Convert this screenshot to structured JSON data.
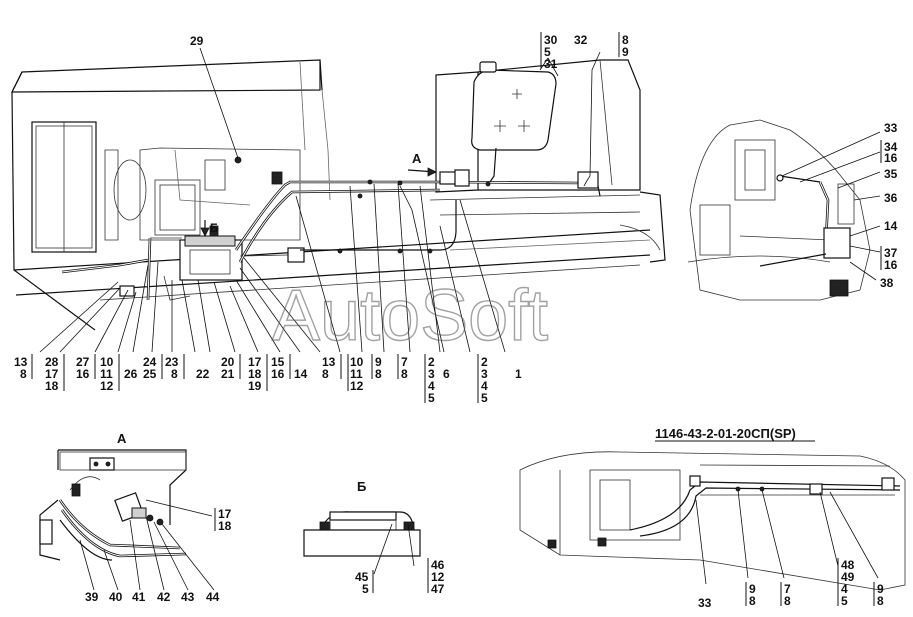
{
  "document": {
    "title": "1146-43-2-01-20СП(SP)"
  },
  "watermark": "AutoSoft",
  "views": {
    "a_label": "А",
    "b_label": "Б",
    "main_arrow_a": "А",
    "main_arrow_b": "Б"
  },
  "callouts_main_top": [
    {
      "id": "c29",
      "label": "29"
    },
    {
      "id": "c30",
      "label": "30"
    },
    {
      "id": "c5a",
      "label": "5"
    },
    {
      "id": "c31",
      "label": "31"
    },
    {
      "id": "c32",
      "label": "32"
    },
    {
      "id": "c8t",
      "label": "8"
    },
    {
      "id": "c9t",
      "label": "9"
    }
  ],
  "callouts_main_bottom": [
    {
      "id": "b13a",
      "label": "13"
    },
    {
      "id": "b8a",
      "label": "8"
    },
    {
      "id": "b28",
      "label": "28"
    },
    {
      "id": "b17a",
      "label": "17"
    },
    {
      "id": "b18a",
      "label": "18"
    },
    {
      "id": "b27",
      "label": "27"
    },
    {
      "id": "b16a",
      "label": "16"
    },
    {
      "id": "b10a",
      "label": "10"
    },
    {
      "id": "b11a",
      "label": "11"
    },
    {
      "id": "b12a",
      "label": "12"
    },
    {
      "id": "b26",
      "label": "26"
    },
    {
      "id": "b24",
      "label": "24"
    },
    {
      "id": "b25",
      "label": "25"
    },
    {
      "id": "b23",
      "label": "23"
    },
    {
      "id": "b8b",
      "label": "8"
    },
    {
      "id": "b22",
      "label": "22"
    },
    {
      "id": "b20",
      "label": "20"
    },
    {
      "id": "b21",
      "label": "21"
    },
    {
      "id": "b17b",
      "label": "17"
    },
    {
      "id": "b18b",
      "label": "18"
    },
    {
      "id": "b19",
      "label": "19"
    },
    {
      "id": "b15",
      "label": "15"
    },
    {
      "id": "b16b",
      "label": "16"
    },
    {
      "id": "b14",
      "label": "14"
    },
    {
      "id": "b13b",
      "label": "13"
    },
    {
      "id": "b8c",
      "label": "8"
    },
    {
      "id": "b10b",
      "label": "10"
    },
    {
      "id": "b11b",
      "label": "11"
    },
    {
      "id": "b12b",
      "label": "12"
    },
    {
      "id": "b9",
      "label": "9"
    },
    {
      "id": "b8d",
      "label": "8"
    },
    {
      "id": "b7",
      "label": "7"
    },
    {
      "id": "b8e",
      "label": "8"
    },
    {
      "id": "b2a",
      "label": "2"
    },
    {
      "id": "b3a",
      "label": "3"
    },
    {
      "id": "b4a",
      "label": "4"
    },
    {
      "id": "b5a",
      "label": "5"
    },
    {
      "id": "b6",
      "label": "6"
    },
    {
      "id": "b2b",
      "label": "2"
    },
    {
      "id": "b3b",
      "label": "3"
    },
    {
      "id": "b4b",
      "label": "4"
    },
    {
      "id": "b5b",
      "label": "5"
    },
    {
      "id": "b1",
      "label": "1"
    }
  ],
  "callouts_right": [
    {
      "id": "r33",
      "label": "33"
    },
    {
      "id": "r34",
      "label": "34"
    },
    {
      "id": "r16a",
      "label": "16"
    },
    {
      "id": "r35",
      "label": "35"
    },
    {
      "id": "r36",
      "label": "36"
    },
    {
      "id": "r14",
      "label": "14"
    },
    {
      "id": "r37",
      "label": "37"
    },
    {
      "id": "r16b",
      "label": "16"
    },
    {
      "id": "r38",
      "label": "38"
    }
  ],
  "callouts_a": [
    {
      "id": "a17",
      "label": "17"
    },
    {
      "id": "a18",
      "label": "18"
    },
    {
      "id": "a39",
      "label": "39"
    },
    {
      "id": "a40",
      "label": "40"
    },
    {
      "id": "a41",
      "label": "41"
    },
    {
      "id": "a42",
      "label": "42"
    },
    {
      "id": "a43",
      "label": "43"
    },
    {
      "id": "a44",
      "label": "44"
    }
  ],
  "callouts_b": [
    {
      "id": "bb45",
      "label": "45"
    },
    {
      "id": "bb5",
      "label": "5"
    },
    {
      "id": "bb46",
      "label": "46"
    },
    {
      "id": "bb12",
      "label": "12"
    },
    {
      "id": "bb47",
      "label": "47"
    }
  ],
  "callouts_sp": [
    {
      "id": "s33",
      "label": "33"
    },
    {
      "id": "s9",
      "label": "9"
    },
    {
      "id": "s8a",
      "label": "8"
    },
    {
      "id": "s7",
      "label": "7"
    },
    {
      "id": "s8b",
      "label": "8"
    },
    {
      "id": "s48",
      "label": "48"
    },
    {
      "id": "s49",
      "label": "49"
    },
    {
      "id": "s4",
      "label": "4"
    },
    {
      "id": "s5",
      "label": "5"
    },
    {
      "id": "s9b",
      "label": "9"
    },
    {
      "id": "s8c",
      "label": "8"
    }
  ]
}
